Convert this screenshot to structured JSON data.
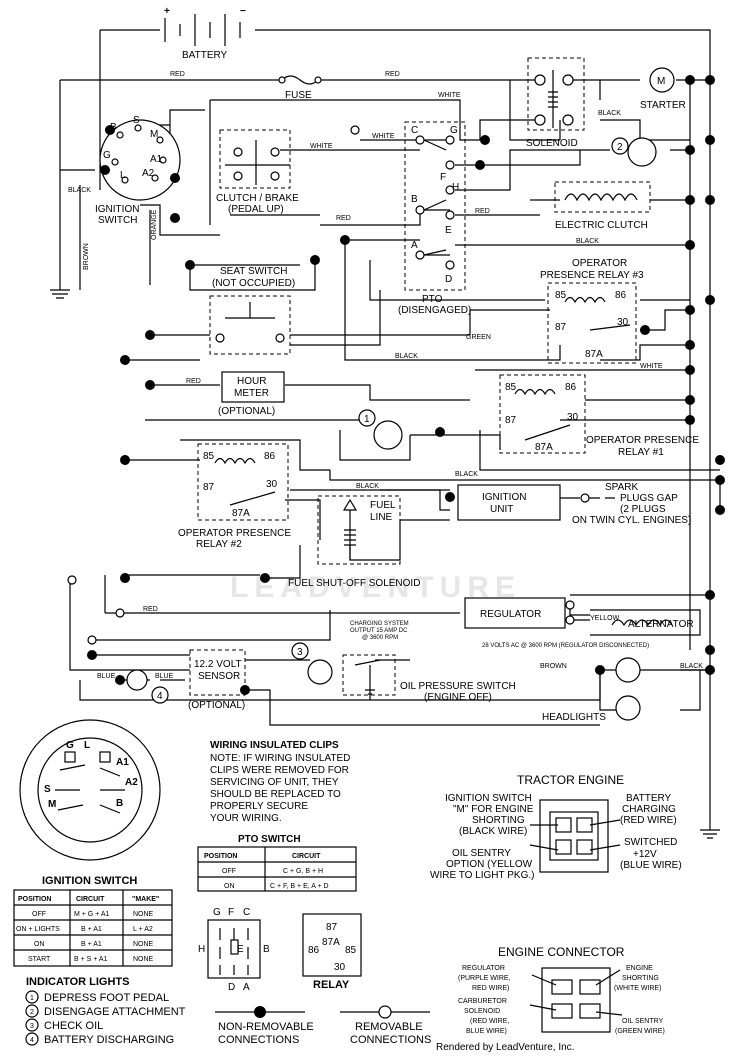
{
  "components": {
    "battery": "BATTERY",
    "plus": "+",
    "minus": "−",
    "fuse": "FUSE",
    "starter": "STARTER",
    "motor_m": "M",
    "solenoid": "SOLENOID",
    "ignition_switch": [
      "IGNITION",
      "SWITCH"
    ],
    "ign_terminals": {
      "b": "B",
      "s": "S",
      "m": "M",
      "g": "G",
      "a1": "A1",
      "l": "L",
      "a2": "A2"
    },
    "clutch_brake": [
      "CLUTCH / BRAKE",
      "(PEDAL UP)"
    ],
    "pto": [
      "PTO",
      "(DISENGAGED)"
    ],
    "pto_terminals": {
      "c": "C",
      "g": "G",
      "f": "F",
      "h": "H",
      "b": "B",
      "e": "E",
      "a": "A",
      "d": "D"
    },
    "electric_clutch": "ELECTRIC CLUTCH",
    "seat_switch": [
      "SEAT SWITCH",
      "(NOT OCCUPIED)"
    ],
    "op_relay_3": [
      "OPERATOR",
      "PRESENCE RELAY #3"
    ],
    "hour_meter": [
      "HOUR",
      "METER"
    ],
    "optional": "(OPTIONAL)",
    "op_relay_1": [
      "OPERATOR PRESENCE",
      "RELAY  #1"
    ],
    "op_relay_2": [
      "OPERATOR PRESENCE",
      "RELAY  #2"
    ],
    "relay_pins": {
      "p85": "85",
      "p86": "86",
      "p87": "87",
      "p30": "30",
      "p87a": "87A"
    },
    "ignition_unit": [
      "IGNITION",
      "UNIT"
    ],
    "spark_plugs": [
      "SPARK",
      "PLUGS GAP",
      "(2 PLUGS",
      "ON TWIN CYL. ENGINES)"
    ],
    "fuel_line": [
      "FUEL",
      "LINE"
    ],
    "fuel_solenoid": "FUEL SHUT-OFF SOLENOID",
    "regulator": "REGULATOR",
    "alternator": "ALTERNATOR",
    "charging_note": [
      "CHARGING SYSTEM",
      "OUTPUT 15 AMP DC",
      "@ 3600 RPM"
    ],
    "alternator_note": "28 VOLTS AC @ 3600 RPM (REGULATOR DISCONNECTED)",
    "volt_sensor": [
      "12.2 VOLT",
      "SENSOR"
    ],
    "oil_pressure": [
      "OIL PRESSURE SWITCH",
      "(ENGINE OFF)"
    ],
    "headlights": "HEADLIGHTS",
    "circle_1": "1",
    "circle_2": "2",
    "circle_3": "3",
    "circle_4": "4"
  },
  "wire_labels": {
    "red": "RED",
    "white": "WHITE",
    "black": "BLACK",
    "brown": "BROWN",
    "orange": "ORANGE",
    "green": "GREEN",
    "yellow": "YELLOW",
    "blue": "BLUE"
  },
  "clips_note": {
    "title": "WIRING INSULATED CLIPS",
    "lines": [
      "NOTE: IF WIRING INSULATED",
      "CLIPS WERE REMOVED FOR",
      "SERVICING OF UNIT, THEY",
      "SHOULD BE REPLACED TO",
      "PROPERLY SECURE",
      "YOUR WIRING."
    ]
  },
  "pto_table": {
    "title": "PTO SWITCH",
    "headers": [
      "POSITION",
      "CIRCUIT"
    ],
    "rows": [
      [
        "OFF",
        "C + G, B + H"
      ],
      [
        "ON",
        "C + F, B + E, A + D"
      ]
    ]
  },
  "ignition_table": {
    "title": "IGNITION SWITCH",
    "headers": [
      "POSITION",
      "CIRCUIT",
      "\"MAKE\""
    ],
    "rows": [
      [
        "OFF",
        "M + G + A1",
        "NONE"
      ],
      [
        "ON + LIGHTS",
        "B + A1",
        "L + A2"
      ],
      [
        "ON",
        "B + A1",
        "NONE"
      ],
      [
        "START",
        "B + S + A1",
        "NONE"
      ]
    ]
  },
  "indicator_lights": {
    "title": "INDICATOR LIGHTS",
    "items": [
      {
        "num": "1",
        "text": "DEPRESS FOOT PEDAL"
      },
      {
        "num": "2",
        "text": "DISENGAGE ATTACHMENT"
      },
      {
        "num": "3",
        "text": "CHECK OIL"
      },
      {
        "num": "4",
        "text": "BATTERY DISCHARGING"
      }
    ]
  },
  "pto_face": {
    "g": "G",
    "f": "F",
    "c": "C",
    "h": "H",
    "e": "E",
    "b": "B",
    "d": "D",
    "a": "A"
  },
  "relay_face": {
    "title": "RELAY",
    "p87": "87",
    "p87a": "87A",
    "p86": "86",
    "p85": "85",
    "p30": "30"
  },
  "legend": {
    "non_removable": [
      "NON-REMOVABLE",
      "CONNECTIONS"
    ],
    "removable": [
      "REMOVABLE",
      "CONNECTIONS"
    ]
  },
  "tractor_engine": {
    "title": "TRACTOR ENGINE",
    "left_top": [
      "IGNITION SWITCH",
      "\"M\" FOR ENGINE",
      "SHORTING",
      "(BLACK WIRE)"
    ],
    "right_top": [
      "BATTERY",
      "CHARGING",
      "(RED WIRE)"
    ],
    "left_bottom": [
      "OIL SENTRY",
      "OPTION (YELLOW",
      "WIRE TO LIGHT PKG.)"
    ],
    "right_bottom": [
      "SWITCHED",
      "+12V",
      "(BLUE WIRE)"
    ]
  },
  "engine_connector": {
    "title": "ENGINE CONNECTOR",
    "left_top": [
      "REGULATOR",
      "(PURPLE WIRE,",
      "RED WIRE)"
    ],
    "right_top": [
      "ENGINE",
      "SHORTING",
      "(WHITE WIRE)"
    ],
    "left_bottom": [
      "CARBURETOR",
      "SOLENOID",
      "(RED WIRE,",
      "BLUE WIRE)"
    ],
    "right_bottom": [
      "OIL SENTRY",
      "(GREEN WIRE)"
    ]
  },
  "watermark": "LEADVENTURE",
  "footer": "Rendered by LeadVenture, Inc."
}
